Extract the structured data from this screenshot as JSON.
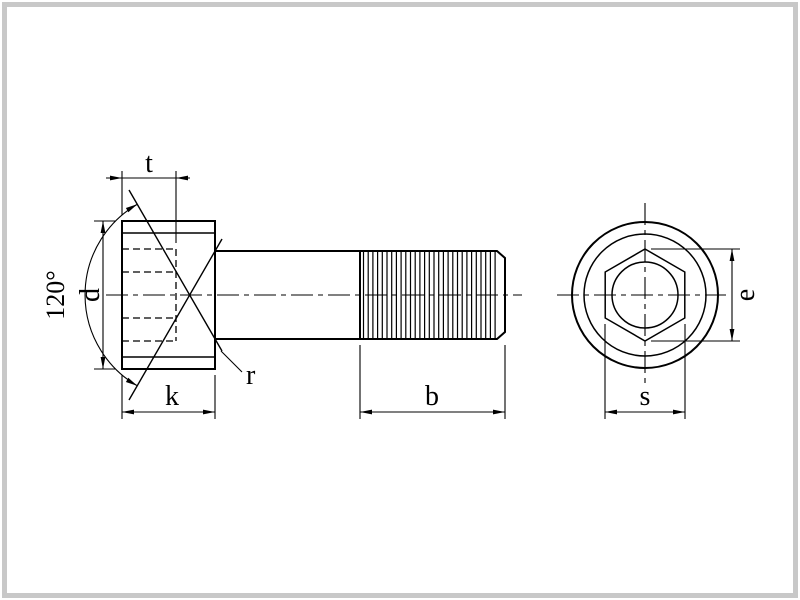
{
  "side_view": {
    "dimensions": {
      "socket_depth": "t",
      "cone_angle": "120°",
      "head_diameter": "d",
      "head_height": "k",
      "fillet_radius": "r",
      "thread_length": "b"
    }
  },
  "end_view": {
    "dimensions": {
      "corner_width": "e",
      "socket_flats": "s"
    }
  },
  "colors": {
    "line": "#000000",
    "background": "#ffffff",
    "frame": "#c8c8c8"
  }
}
